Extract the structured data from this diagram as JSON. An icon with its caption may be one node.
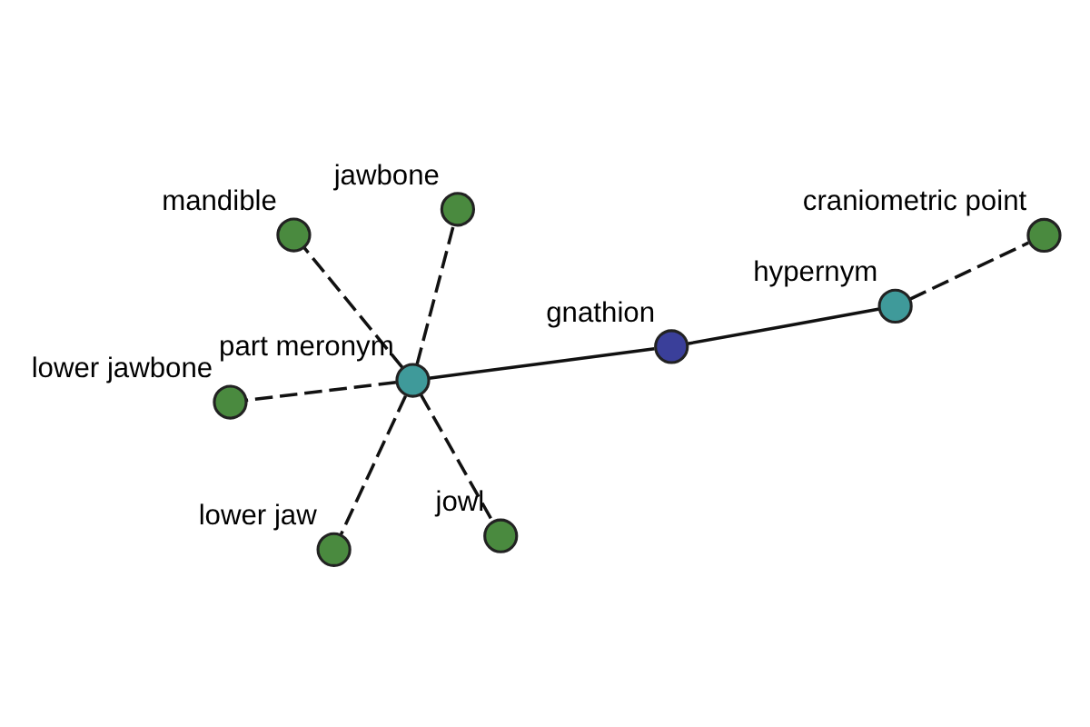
{
  "diagram": {
    "nodes": [
      {
        "text": [],
        "shape": "circle",
        "beside": [
          "lower jaw"
        ]
      },
      {
        "text": [],
        "shape": "circle",
        "beside": [
          "mandible"
        ]
      },
      {
        "text": [],
        "shape": "circle",
        "beside": [
          "jowl"
        ]
      },
      {
        "text": [],
        "shape": "circle",
        "beside": [
          "part meronym"
        ]
      },
      {
        "text": [],
        "shape": "circle",
        "beside": [
          "craniometric point"
        ]
      },
      {
        "text": [],
        "shape": "circle",
        "beside": [
          "lower jawbone"
        ]
      },
      {
        "text": [],
        "shape": "circle",
        "beside": [
          "gnathion"
        ]
      },
      {
        "text": [],
        "shape": "circle",
        "beside": [
          "hypernym"
        ]
      },
      {
        "text": [],
        "shape": "circle",
        "beside": [
          "jawbone"
        ]
      }
    ],
    "edges": [
      {
        "from": 6,
        "to": 3,
        "arrow": "none"
      },
      {
        "from": 6,
        "to": 7,
        "arrow": "none"
      },
      {
        "from": 3,
        "to": 0,
        "arrow": "none",
        "style": "dashed"
      },
      {
        "from": 3,
        "to": 1,
        "arrow": "none",
        "style": "dashed"
      },
      {
        "from": 3,
        "to": 2,
        "arrow": "none",
        "style": "dashed"
      },
      {
        "from": 3,
        "to": 5,
        "arrow": "none",
        "style": "dashed"
      },
      {
        "from": 3,
        "to": 8,
        "arrow": "none",
        "style": "dashed"
      },
      {
        "from": 7,
        "to": 4,
        "arrow": "none",
        "style": "dashed"
      }
    ]
  }
}
